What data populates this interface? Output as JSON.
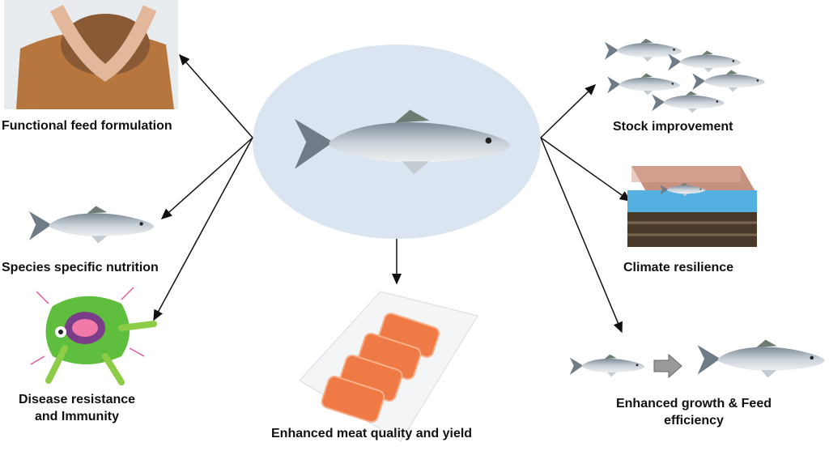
{
  "labels": {
    "functional_feed": "Functional feed formulation",
    "species_nutrition": "Species specific nutrition",
    "disease_line1": "Disease resistance",
    "disease_line2": "and Immunity",
    "meat_quality": "Enhanced meat quality and yield",
    "stock_improvement": "Stock improvement",
    "climate_resilience": "Climate resilience",
    "growth_line1": "Enhanced growth & Feed",
    "growth_line2": "efficiency"
  },
  "colors": {
    "ellipse": "#dbe5f1",
    "fish_body": "#b9c3cc",
    "salmon": "#f07a45",
    "water": "#4aa3d6",
    "arrow": "#111111"
  }
}
